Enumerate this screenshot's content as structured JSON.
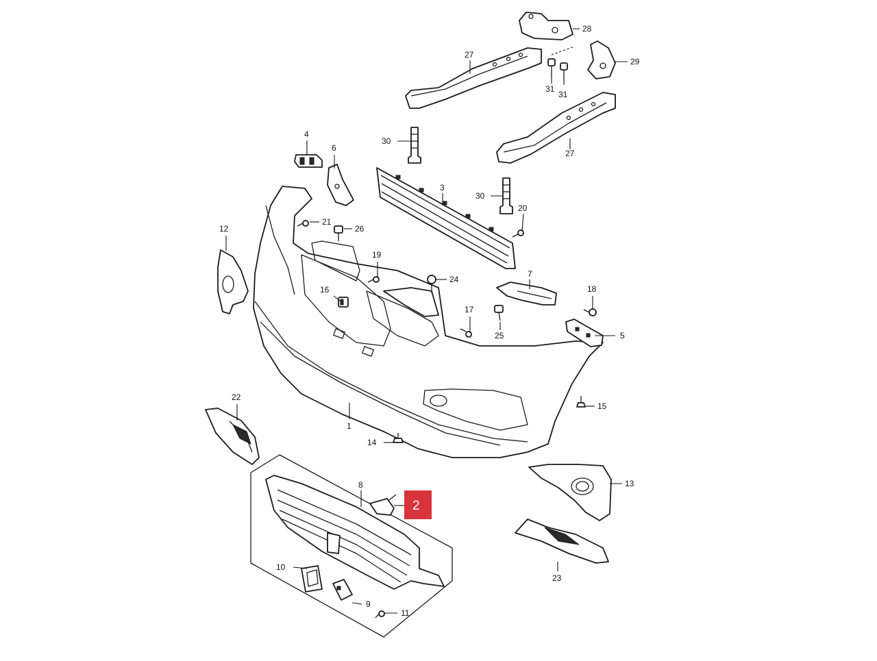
{
  "callouts": {
    "c1": "1",
    "c2": "2",
    "c3": "3",
    "c4": "4",
    "c5": "5",
    "c6": "6",
    "c7": "7",
    "c8": "8",
    "c9": "9",
    "c10": "10",
    "c11": "11",
    "c12": "12",
    "c13": "13",
    "c14": "14",
    "c15": "15",
    "c16": "16",
    "c17": "17",
    "c18": "18",
    "c19": "19",
    "c20": "20",
    "c21": "21",
    "c22": "22",
    "c23": "23",
    "c24": "24",
    "c25": "25",
    "c26": "26",
    "c27a": "27",
    "c27b": "27",
    "c28": "28",
    "c29": "29",
    "c30a": "30",
    "c30b": "30",
    "c31a": "31",
    "c31b": "31"
  },
  "highlight": {
    "label": "2",
    "color": "#d9333b"
  }
}
